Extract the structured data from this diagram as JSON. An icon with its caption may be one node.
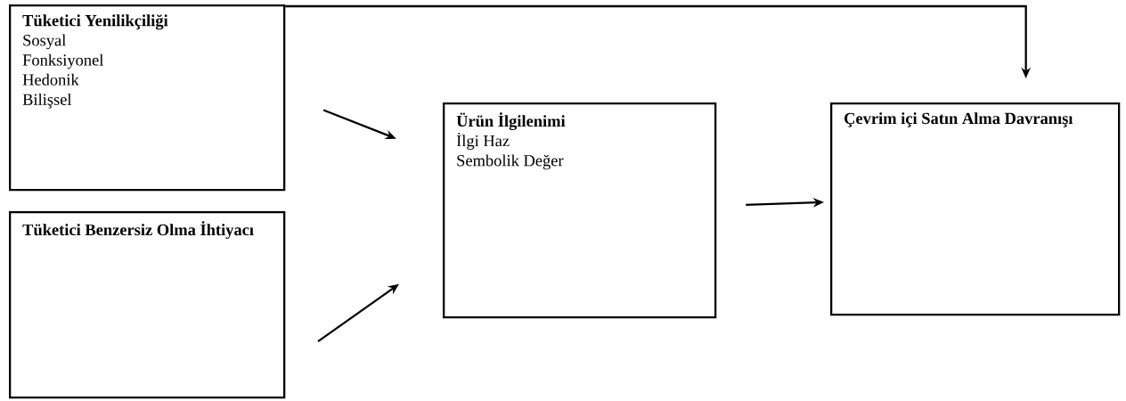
{
  "diagram": {
    "nodes": [
      {
        "text": [
          "Tüketici Yenilikçiliği",
          "Sosyal",
          "Fonksiyonel",
          "Hedonik",
          "Bilişsel"
        ]
      },
      {
        "text": [
          "Tüketici Benzersiz Olma İhtiyacı"
        ]
      },
      {
        "text": [
          "Ürün İlgilenimi",
          "İlgi Haz",
          "Sembolik Değer"
        ]
      },
      {
        "text": [
          "Çevrim içi Satın Alma Davranışı"
        ]
      }
    ],
    "edges": [
      {
        "from": 0,
        "to": 2,
        "arrow": "to"
      },
      {
        "from": 1,
        "to": 2,
        "arrow": "to"
      },
      {
        "from": 2,
        "to": 3,
        "arrow": "to"
      },
      {
        "from": 0,
        "to": 3,
        "arrow": "to"
      }
    ]
  }
}
